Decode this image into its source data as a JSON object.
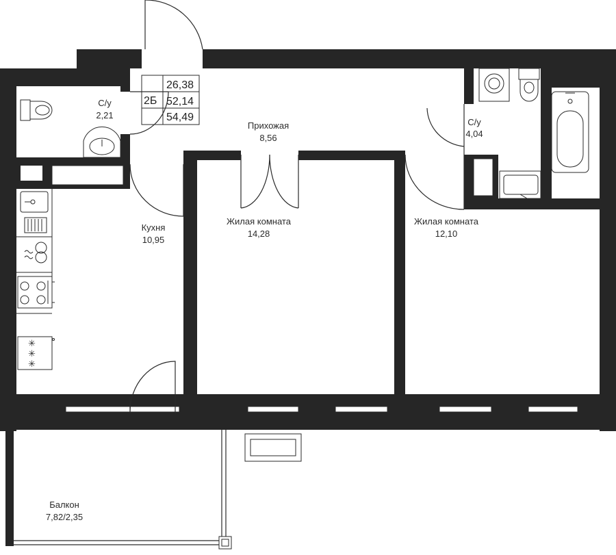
{
  "plan": {
    "apartment_type": "2Б",
    "areas": [
      "26,38",
      "52,14",
      "54,49"
    ],
    "rooms": [
      {
        "name": "С/у",
        "area": "2,21"
      },
      {
        "name": "Прихожая",
        "area": "8,56"
      },
      {
        "name": "С/у",
        "area": "4,04"
      },
      {
        "name": "Кухня",
        "area": "10,95"
      },
      {
        "name": "Жилая комната",
        "area": "14,28"
      },
      {
        "name": "Жилая комната",
        "area": "12,10"
      },
      {
        "name": "Балкон",
        "area": "7,82/2,35"
      }
    ]
  },
  "colors": {
    "wall": "#262626",
    "line": "#2a2a2a",
    "background": "#ffffff"
  }
}
